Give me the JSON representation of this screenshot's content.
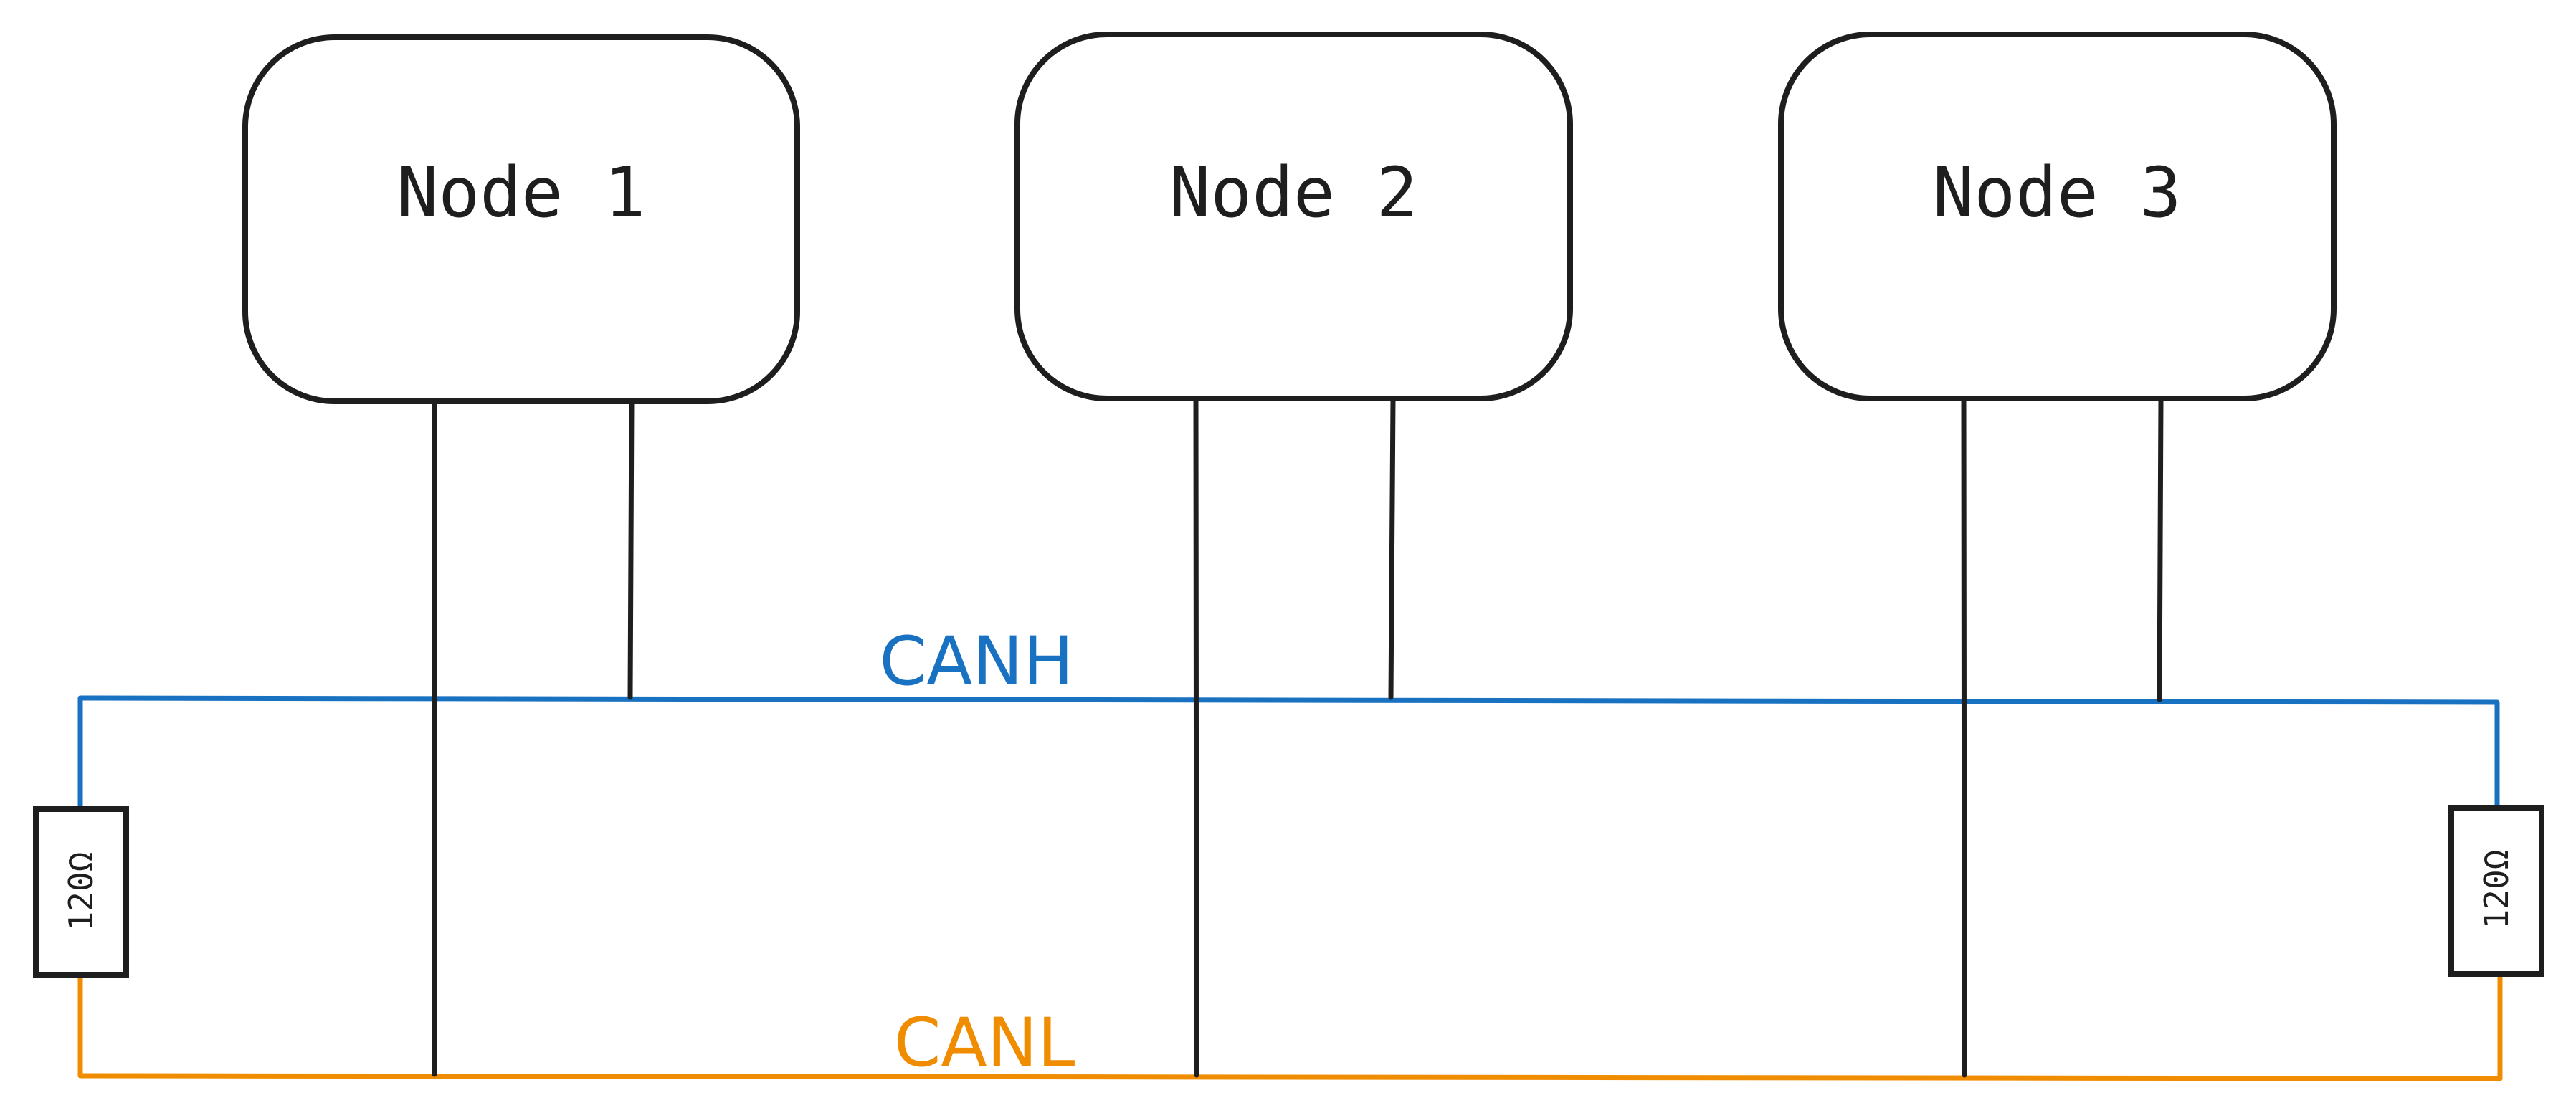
{
  "nodes": [
    {
      "label": "Node 1"
    },
    {
      "label": "Node 2"
    },
    {
      "label": "Node 3"
    }
  ],
  "bus": {
    "high": {
      "label": "CANH",
      "color": "#1971c2"
    },
    "low": {
      "label": "CANL",
      "color": "#f08c00"
    }
  },
  "terminators": [
    {
      "label": "120Ω"
    },
    {
      "label": "120Ω"
    }
  ],
  "colors": {
    "stroke": "#1e1e1e",
    "background": "#ffffff"
  }
}
